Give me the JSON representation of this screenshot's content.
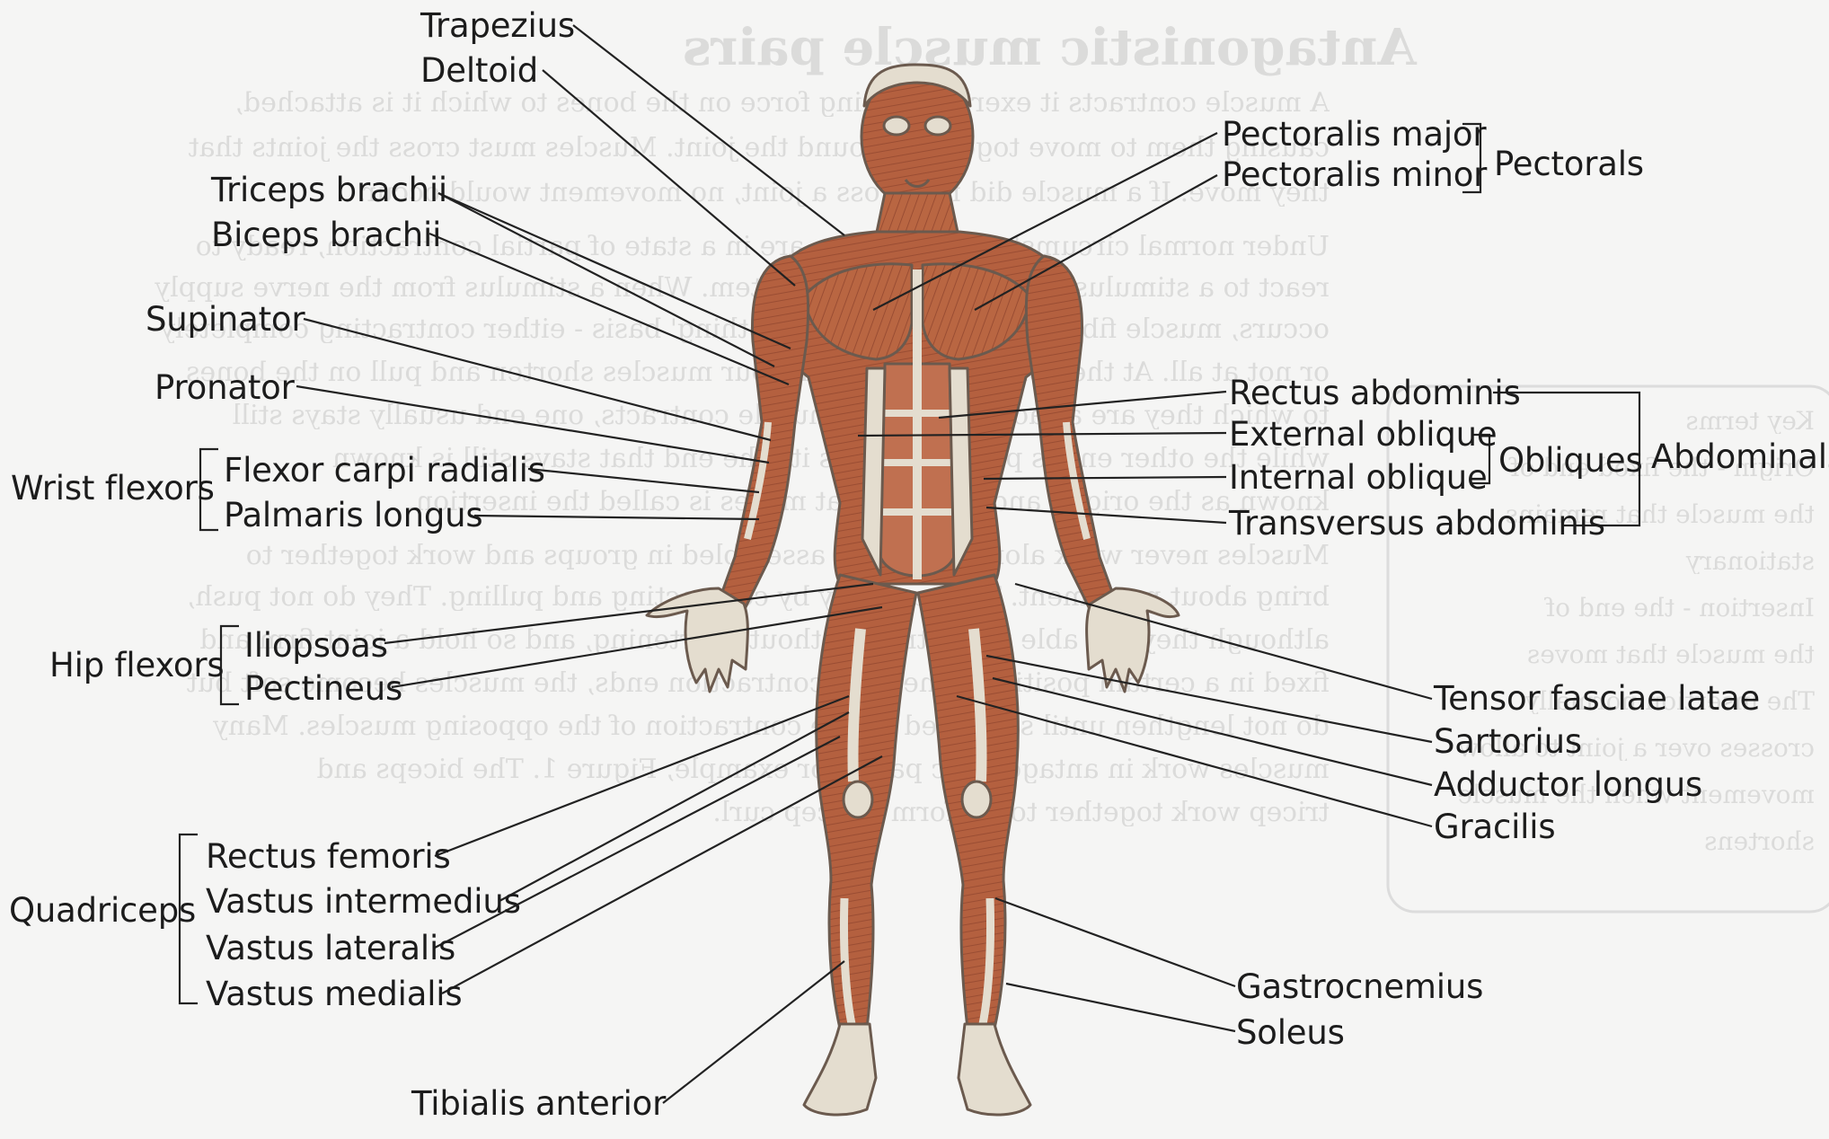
{
  "colors": {
    "paper": "#f6f6f6",
    "muscle": "#b4603f",
    "muscle_dark": "#8e4530",
    "tendon": "#e4ddcf",
    "skin_edge": "#6b5a4e",
    "leader": "#222222"
  },
  "labels_left": {
    "trapezius": "Trapezius",
    "deltoid": "Deltoid",
    "triceps": "Triceps brachii",
    "biceps": "Biceps brachii",
    "supinator": "Supinator",
    "pronator": "Pronator",
    "flexor_carpi": "Flexor carpi radialis",
    "palmaris": "Palmaris longus",
    "iliopsoas": "Iliopsoas",
    "pectineus": "Pectineus",
    "rectus_femoris": "Rectus femoris",
    "vastus_intermedius": "Vastus intermedius",
    "vastus_lateralis": "Vastus lateralis",
    "vastus_medialis": "Vastus medialis",
    "tibialis": "Tibialis anterior"
  },
  "labels_right": {
    "pec_major": "Pectoralis major",
    "pec_minor": "Pectoralis minor",
    "rectus_abdominis": "Rectus abdominis",
    "external_oblique": "External oblique",
    "internal_oblique": "Internal oblique",
    "transversus": "Transversus abdominis",
    "tensor": "Tensor fasciae latae",
    "sartorius": "Sartorius",
    "adductor": "Adductor longus",
    "gracilis": "Gracilis",
    "gastrocnemius": "Gastrocnemius",
    "soleus": "Soleus"
  },
  "groups": {
    "wrist_flexors": "Wrist flexors",
    "hip_flexors": "Hip flexors",
    "quadriceps": "Quadriceps",
    "pectorals": "Pectorals",
    "obliques": "Obliques",
    "abdominals": "Abdominals"
  },
  "background_text": {
    "heading": "Antagonistic muscle pairs",
    "lines": [
      "A muscle contracts it exerts a pulling force on the bones to which it is attached,",
      "causing them to move together around the joint. Muscles must cross the joints that",
      "they move. If a muscle did not cross a joint, no movement would occur.",
      "Under normal circumstances muscles are in a state of partial contraction, ready to",
      "react to a stimulus from your nervous system. When a stimulus from the nerve supply",
      "occurs, muscle fibres work on an 'all or nothing' basis - either contracting completely",
      "or not at all. At the point of contraction your muscles shorten and pull on the bones",
      "to which they are attached. When a muscle contracts, one end usually stays still",
      "while the other end is pulled towards it. The end that stays still is known",
      "known as the origin, and the end that moves is called the insertion.",
      "Muscles never work alone. They are assembled in groups and work together to",
      "bring about movement. They act only by contracting and pulling. They do not push,",
      "although they are able to contract without shortening, and so hold a joint firm and",
      "fixed in a certain position. When the contraction ends, the muscles become soft but",
      "do not lengthen until stretched by the contraction of the opposing muscles. Many",
      "muscles work in antagonistic pairs, for example, Figure 1. The biceps and",
      "tricep work together to perform a bicep curl."
    ],
    "box_lines": [
      "Key terms",
      "Origin - the fixed end of",
      "the muscle that remains",
      "stationary",
      "Insertion - the end of",
      "the muscle that moves",
      "The insertion normally",
      "crosses over a joint to allow",
      "movement when the muscle",
      "shortens"
    ]
  }
}
